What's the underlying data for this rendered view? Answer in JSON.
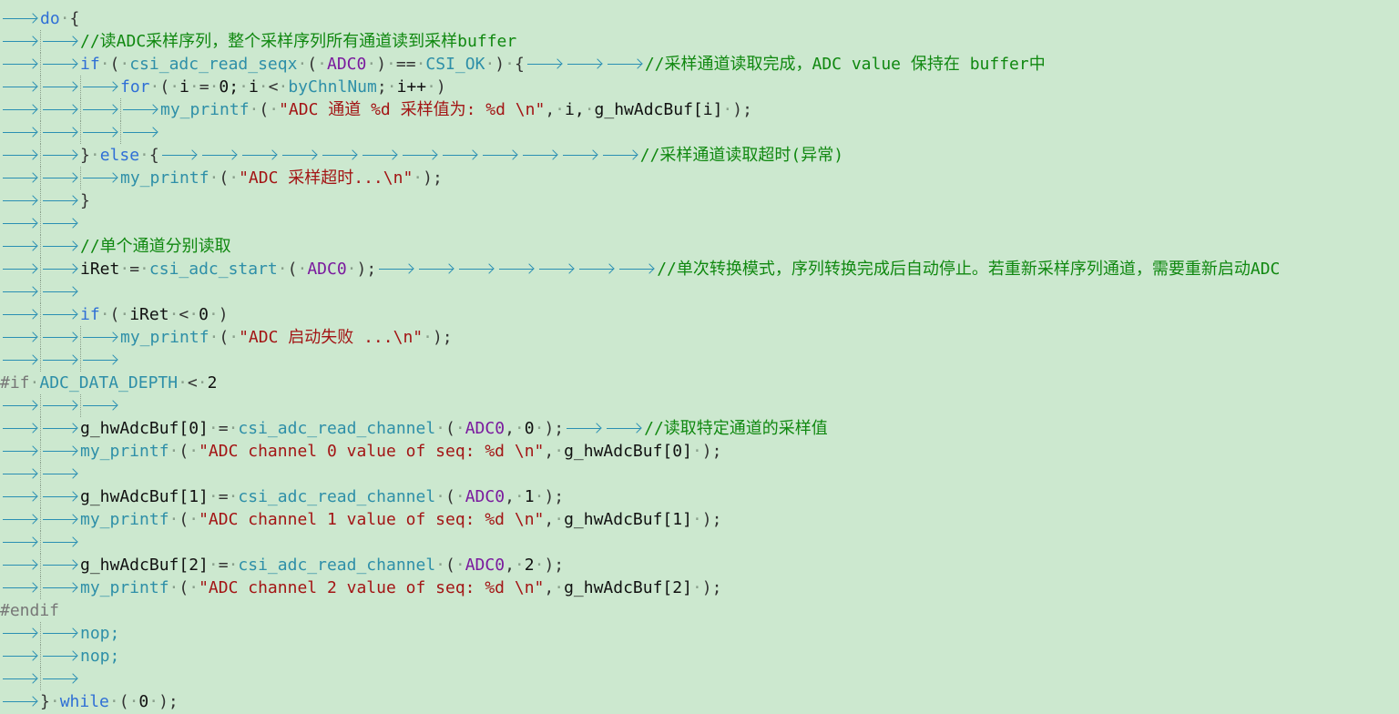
{
  "editor": {
    "background": "#cce8cf",
    "colors": {
      "keyword": "#2f6fd6",
      "function": "#2e8fa8",
      "macro": "#7a1a9e",
      "string": "#a31515",
      "comment": "#108810",
      "preprocessor": "#777777",
      "tab_arrow": "#2a8fb3"
    },
    "lines": [
      {
        "tabs": 1,
        "tokens": [
          [
            "kw",
            "do"
          ],
          [
            "sp",
            "·"
          ],
          [
            "op",
            "{"
          ]
        ]
      },
      {
        "tabs": 2,
        "tokens": [
          [
            "cmt",
            "//读ADC采样序列，整个采样序列所有通道读到采样buffer"
          ]
        ]
      },
      {
        "tabs": 2,
        "tokens": [
          [
            "kw",
            "if"
          ],
          [
            "sp",
            "·"
          ],
          [
            "op",
            "("
          ],
          [
            "sp",
            "·"
          ],
          [
            "fn",
            "csi_adc_read_seqx"
          ],
          [
            "sp",
            "·"
          ],
          [
            "op",
            "("
          ],
          [
            "sp",
            "·"
          ],
          [
            "mac",
            "ADC0"
          ],
          [
            "sp",
            "·"
          ],
          [
            "op",
            ")"
          ],
          [
            "sp",
            "·"
          ],
          [
            "op",
            "=="
          ],
          [
            "sp",
            "·"
          ],
          [
            "fn",
            "CSI_OK"
          ],
          [
            "sp",
            "·"
          ],
          [
            "op",
            ")"
          ],
          [
            "sp",
            "·"
          ],
          [
            "op",
            "{"
          ],
          [
            "tab3",
            ""
          ],
          [
            "cmt",
            "//采样通道读取完成，ADC value 保持在 buffer中"
          ]
        ]
      },
      {
        "tabs": 3,
        "tokens": [
          [
            "kw",
            "for"
          ],
          [
            "sp",
            "·"
          ],
          [
            "op",
            "("
          ],
          [
            "sp",
            "·"
          ],
          [
            "id",
            "i"
          ],
          [
            "sp",
            "·"
          ],
          [
            "op",
            "="
          ],
          [
            "sp",
            "·"
          ],
          [
            "num",
            "0;"
          ],
          [
            "sp",
            "·"
          ],
          [
            "id",
            "i"
          ],
          [
            "sp",
            "·"
          ],
          [
            "op",
            "<"
          ],
          [
            "sp",
            "·"
          ],
          [
            "fn",
            "byChnlNum"
          ],
          [
            "op",
            ";"
          ],
          [
            "sp",
            "·"
          ],
          [
            "id",
            "i++"
          ],
          [
            "sp",
            "·"
          ],
          [
            "op",
            ")"
          ]
        ]
      },
      {
        "tabs": 4,
        "tokens": [
          [
            "fn",
            "my_printf"
          ],
          [
            "sp",
            "·"
          ],
          [
            "op",
            "("
          ],
          [
            "sp",
            "·"
          ],
          [
            "str",
            "\"ADC 通道 %d 采样值为: %d \\n\""
          ],
          [
            "op",
            ","
          ],
          [
            "sp",
            "·"
          ],
          [
            "id",
            "i,"
          ],
          [
            "sp",
            "·"
          ],
          [
            "id",
            "g_hwAdcBuf[i]"
          ],
          [
            "sp",
            "·"
          ],
          [
            "op",
            ");"
          ]
        ]
      },
      {
        "tabs": 4,
        "tokens": []
      },
      {
        "tabs": 2,
        "tokens": [
          [
            "op",
            "}"
          ],
          [
            "sp",
            "·"
          ],
          [
            "kw",
            "else"
          ],
          [
            "sp",
            "·"
          ],
          [
            "op",
            "{"
          ],
          [
            "tab12",
            ""
          ],
          [
            "cmt",
            "//采样通道读取超时(异常)"
          ]
        ]
      },
      {
        "tabs": 3,
        "tokens": [
          [
            "fn",
            "my_printf"
          ],
          [
            "sp",
            "·"
          ],
          [
            "op",
            "("
          ],
          [
            "sp",
            "·"
          ],
          [
            "str",
            "\"ADC 采样超时...\\n\""
          ],
          [
            "sp",
            "·"
          ],
          [
            "op",
            ");"
          ]
        ]
      },
      {
        "tabs": 2,
        "tokens": [
          [
            "op",
            "}"
          ]
        ]
      },
      {
        "tabs": 2,
        "tokens": []
      },
      {
        "tabs": 2,
        "tokens": [
          [
            "cmt",
            "//单个通道分别读取"
          ]
        ]
      },
      {
        "tabs": 2,
        "tokens": [
          [
            "id",
            "iRet"
          ],
          [
            "sp",
            "·"
          ],
          [
            "op",
            "="
          ],
          [
            "sp",
            "·"
          ],
          [
            "fn",
            "csi_adc_start"
          ],
          [
            "sp",
            "·"
          ],
          [
            "op",
            "("
          ],
          [
            "sp",
            "·"
          ],
          [
            "mac",
            "ADC0"
          ],
          [
            "sp",
            "·"
          ],
          [
            "op",
            ");"
          ],
          [
            "tab7",
            ""
          ],
          [
            "cmt",
            "//单次转换模式，序列转换完成后自动停止。若重新采样序列通道，需要重新启动ADC"
          ]
        ]
      },
      {
        "tabs": 2,
        "tokens": []
      },
      {
        "tabs": 2,
        "tokens": [
          [
            "kw",
            "if"
          ],
          [
            "sp",
            "·"
          ],
          [
            "op",
            "("
          ],
          [
            "sp",
            "·"
          ],
          [
            "id",
            "iRet"
          ],
          [
            "sp",
            "·"
          ],
          [
            "op",
            "<"
          ],
          [
            "sp",
            "·"
          ],
          [
            "num",
            "0"
          ],
          [
            "sp",
            "·"
          ],
          [
            "op",
            ")"
          ]
        ]
      },
      {
        "tabs": 3,
        "tokens": [
          [
            "fn",
            "my_printf"
          ],
          [
            "sp",
            "·"
          ],
          [
            "op",
            "("
          ],
          [
            "sp",
            "·"
          ],
          [
            "str",
            "\"ADC 启动失败 ...\\n\""
          ],
          [
            "sp",
            "·"
          ],
          [
            "op",
            ");"
          ]
        ]
      },
      {
        "tabs": 3,
        "tokens": []
      },
      {
        "tabs": 0,
        "tokens": [
          [
            "pp",
            "#if"
          ],
          [
            "sp",
            "·"
          ],
          [
            "fn",
            "ADC_DATA_DEPTH"
          ],
          [
            "sp",
            "·"
          ],
          [
            "op",
            "<"
          ],
          [
            "sp",
            "·"
          ],
          [
            "num",
            "2"
          ]
        ]
      },
      {
        "tabs": 3,
        "tokens": []
      },
      {
        "tabs": 2,
        "tokens": [
          [
            "id",
            "g_hwAdcBuf[0]"
          ],
          [
            "sp",
            "·"
          ],
          [
            "op",
            "="
          ],
          [
            "sp",
            "·"
          ],
          [
            "fn",
            "csi_adc_read_channel"
          ],
          [
            "sp",
            "·"
          ],
          [
            "op",
            "("
          ],
          [
            "sp",
            "·"
          ],
          [
            "mac",
            "ADC0"
          ],
          [
            "op",
            ","
          ],
          [
            "sp",
            "·"
          ],
          [
            "num",
            "0"
          ],
          [
            "sp",
            "·"
          ],
          [
            "op",
            ");"
          ],
          [
            "tab2",
            ""
          ],
          [
            "cmt",
            "//读取特定通道的采样值"
          ]
        ]
      },
      {
        "tabs": 2,
        "tokens": [
          [
            "fn",
            "my_printf"
          ],
          [
            "sp",
            "·"
          ],
          [
            "op",
            "("
          ],
          [
            "sp",
            "·"
          ],
          [
            "str",
            "\"ADC channel 0 value of seq: %d \\n\""
          ],
          [
            "op",
            ","
          ],
          [
            "sp",
            "·"
          ],
          [
            "id",
            "g_hwAdcBuf[0]"
          ],
          [
            "sp",
            "·"
          ],
          [
            "op",
            ");"
          ]
        ]
      },
      {
        "tabs": 2,
        "tokens": []
      },
      {
        "tabs": 2,
        "tokens": [
          [
            "id",
            "g_hwAdcBuf[1]"
          ],
          [
            "sp",
            "·"
          ],
          [
            "op",
            "="
          ],
          [
            "sp",
            "·"
          ],
          [
            "fn",
            "csi_adc_read_channel"
          ],
          [
            "sp",
            "·"
          ],
          [
            "op",
            "("
          ],
          [
            "sp",
            "·"
          ],
          [
            "mac",
            "ADC0"
          ],
          [
            "op",
            ","
          ],
          [
            "sp",
            "·"
          ],
          [
            "num",
            "1"
          ],
          [
            "sp",
            "·"
          ],
          [
            "op",
            ");"
          ]
        ]
      },
      {
        "tabs": 2,
        "tokens": [
          [
            "fn",
            "my_printf"
          ],
          [
            "sp",
            "·"
          ],
          [
            "op",
            "("
          ],
          [
            "sp",
            "·"
          ],
          [
            "str",
            "\"ADC channel 1 value of seq: %d \\n\""
          ],
          [
            "op",
            ","
          ],
          [
            "sp",
            "·"
          ],
          [
            "id",
            "g_hwAdcBuf[1]"
          ],
          [
            "sp",
            "·"
          ],
          [
            "op",
            ");"
          ]
        ]
      },
      {
        "tabs": 2,
        "tokens": []
      },
      {
        "tabs": 2,
        "tokens": [
          [
            "id",
            "g_hwAdcBuf[2]"
          ],
          [
            "sp",
            "·"
          ],
          [
            "op",
            "="
          ],
          [
            "sp",
            "·"
          ],
          [
            "fn",
            "csi_adc_read_channel"
          ],
          [
            "sp",
            "·"
          ],
          [
            "op",
            "("
          ],
          [
            "sp",
            "·"
          ],
          [
            "mac",
            "ADC0"
          ],
          [
            "op",
            ","
          ],
          [
            "sp",
            "·"
          ],
          [
            "num",
            "2"
          ],
          [
            "sp",
            "·"
          ],
          [
            "op",
            ");"
          ]
        ]
      },
      {
        "tabs": 2,
        "tokens": [
          [
            "fn",
            "my_printf"
          ],
          [
            "sp",
            "·"
          ],
          [
            "op",
            "("
          ],
          [
            "sp",
            "·"
          ],
          [
            "str",
            "\"ADC channel 2 value of seq: %d \\n\""
          ],
          [
            "op",
            ","
          ],
          [
            "sp",
            "·"
          ],
          [
            "id",
            "g_hwAdcBuf[2]"
          ],
          [
            "sp",
            "·"
          ],
          [
            "op",
            ");"
          ]
        ]
      },
      {
        "tabs": 0,
        "tokens": [
          [
            "pp",
            "#endif"
          ]
        ]
      },
      {
        "tabs": 2,
        "tokens": [
          [
            "fn",
            "nop;"
          ]
        ]
      },
      {
        "tabs": 2,
        "tokens": [
          [
            "fn",
            "nop;"
          ]
        ]
      },
      {
        "tabs": 2,
        "tokens": []
      },
      {
        "tabs": 1,
        "tokens": [
          [
            "op",
            "}"
          ],
          [
            "sp",
            "·"
          ],
          [
            "kw",
            "while"
          ],
          [
            "sp",
            "·"
          ],
          [
            "op",
            "("
          ],
          [
            "sp",
            "·"
          ],
          [
            "num",
            "0"
          ],
          [
            "sp",
            "·"
          ],
          [
            "op",
            ");"
          ]
        ]
      }
    ]
  }
}
